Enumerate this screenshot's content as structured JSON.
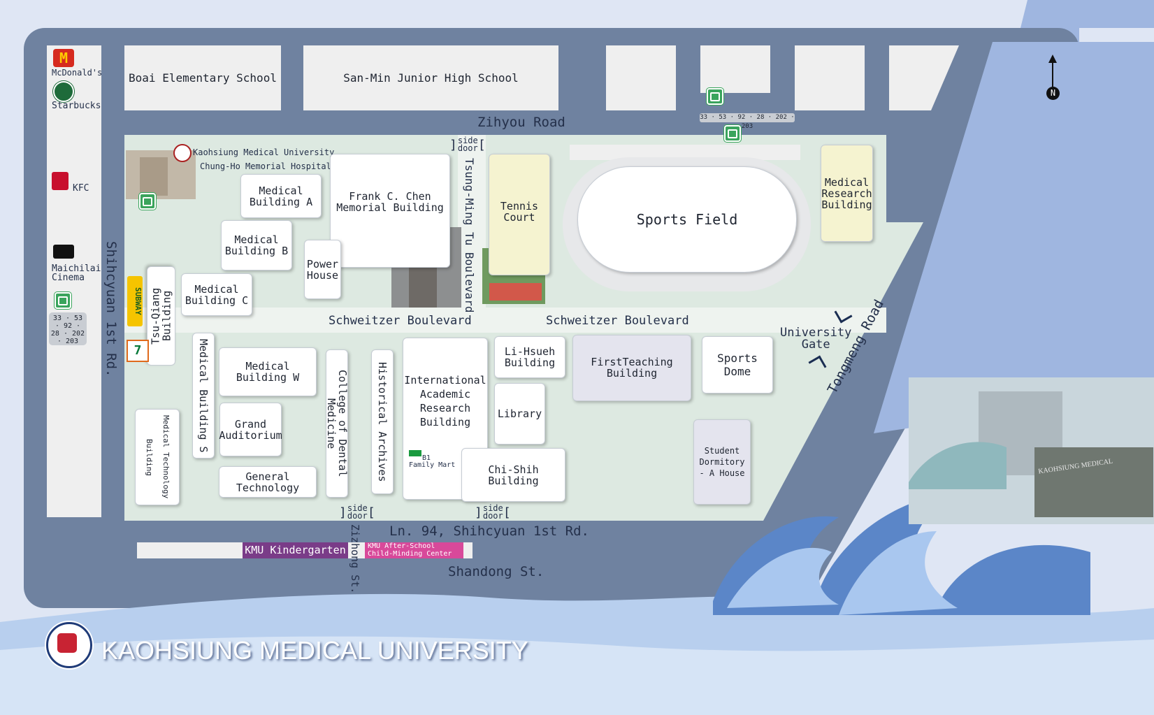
{
  "colors": {
    "road": "#6f82a0",
    "campus": "#dde9e1",
    "block": "#efefef",
    "wave": "#8fb3e3",
    "bus": "#3aa45c"
  },
  "roads": {
    "zihyou": "Zihyou Road",
    "shihcyuan": "Shihcyuan 1st Rd.",
    "tsung_ming": "Tsung-Ming Tu Boulevard",
    "schweitzer_1": "Schweitzer Boulevard",
    "schweitzer_2": "Schweitzer Boulevard",
    "tongmeng": "Tongmeng Road",
    "ln94": "Ln. 94, Shihcyuan 1st Rd.",
    "shandong": "Shandong St.",
    "zizhong": "Zizhong St."
  },
  "north": "N",
  "side_door": {
    "label": "side door"
  },
  "landmarks": {
    "mcdonalds": "McDonald's",
    "starbucks": "Starbucks",
    "kfc": "KFC",
    "cinema": "Maichilai Cinema",
    "subway": "SUBWAY",
    "seven": "7-ELEVEn"
  },
  "bus_routes": {
    "top": "33 · 53 · 92 · 28 · 202 · 203",
    "left": "33 · 53 · 92 · 28 · 202 · 203"
  },
  "hospital": {
    "name": "Kaohsiung Medical University",
    "sub": "Chung-Ho Memorial Hospital"
  },
  "blocks": {
    "boai": "Boai Elementary School",
    "sanmin": "San-Min Junior High School"
  },
  "buildings": {
    "med_a": "Medical\nBuilding A",
    "frank": "Frank C. Chen\nMemorial Building",
    "med_b": "Medical\nBuilding B",
    "power": "Power\nHouse",
    "med_c": "Medical\nBuilding C",
    "tsu": "Tsu-Qiang\nBuilding",
    "tennis": "Tennis\nCourt",
    "sports_field": "Sports Field",
    "mrb": "Medical\nResearch\nBuilding",
    "med_s": "Medical Building S",
    "med_w": "Medical\nBuilding W",
    "grand": "Grand\nAuditorium",
    "general": "General\nTechnology",
    "medtech": "Medical Technology\nBuilding",
    "dental": "College of Dental Medicine",
    "archives": "Historical Archives",
    "iar": "International\nAcademic\nResearch\nBuilding",
    "lihsueh": "Li-Hsueh\nBuilding",
    "library": "Library",
    "chishih": "Chi-Shih\nBuilding",
    "first": "FirstTeaching\nBuilding",
    "dome": "Sports\nDome",
    "dorm": "Student\nDormitory\n- A  House"
  },
  "gate": "University\nGate",
  "family_mart": {
    "floor": "B1",
    "name": "Family Mart"
  },
  "kindergarten": "KMU Kindergarten",
  "afterschool": "KMU After-School\nChild-Minding Center",
  "banner": "KAOHSIUNG MEDICAL UNIVERSITY",
  "gate_sign": "KAOHSIUNG MEDICAL"
}
